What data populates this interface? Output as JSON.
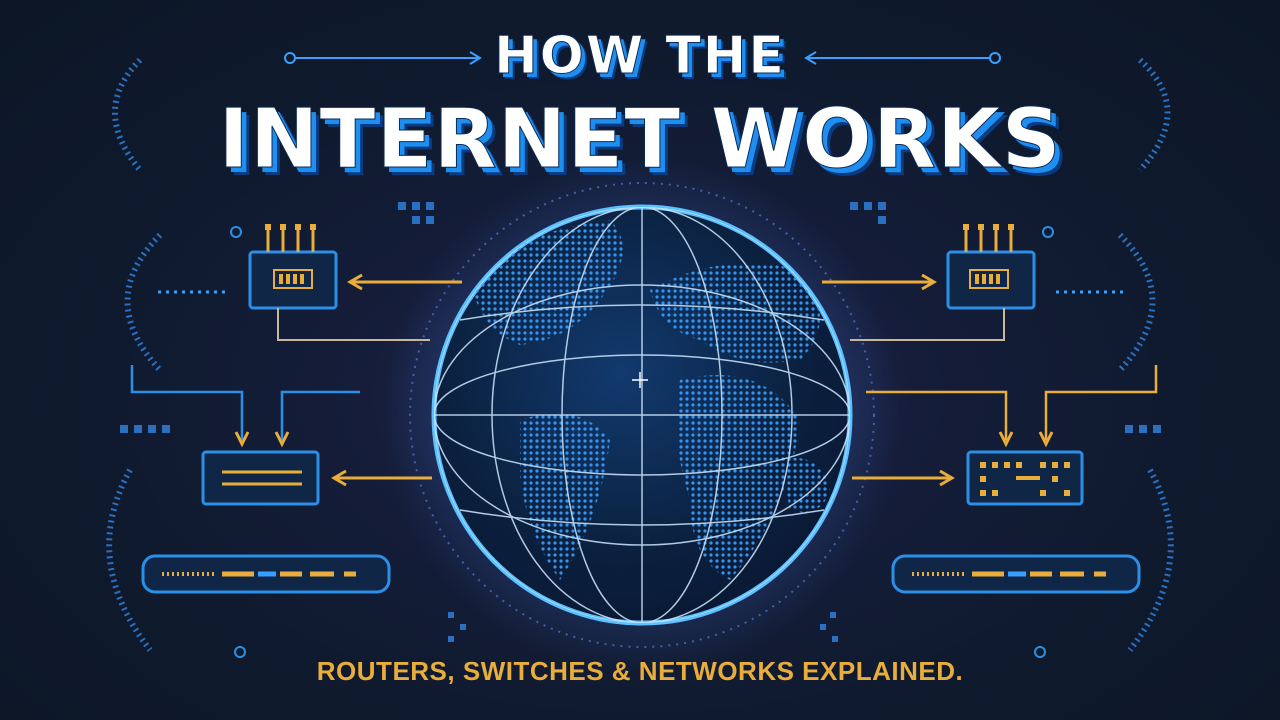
{
  "title": {
    "line1": "HOW THE",
    "line2": "INTERNET WORKS"
  },
  "subtitle": "ROUTERS, SWITCHES & NETWORKS EXPLAINED.",
  "icons": [
    "globe-icon",
    "router-icon",
    "switch-icon",
    "network-device-icon",
    "connection-arrow-icon"
  ],
  "colors": {
    "background": "#0f1a2e",
    "accent_blue": "#1e8ff0",
    "accent_gold": "#e8ad3a",
    "globe_glow": "#5bc0ff",
    "title_text": "#ffffff"
  }
}
